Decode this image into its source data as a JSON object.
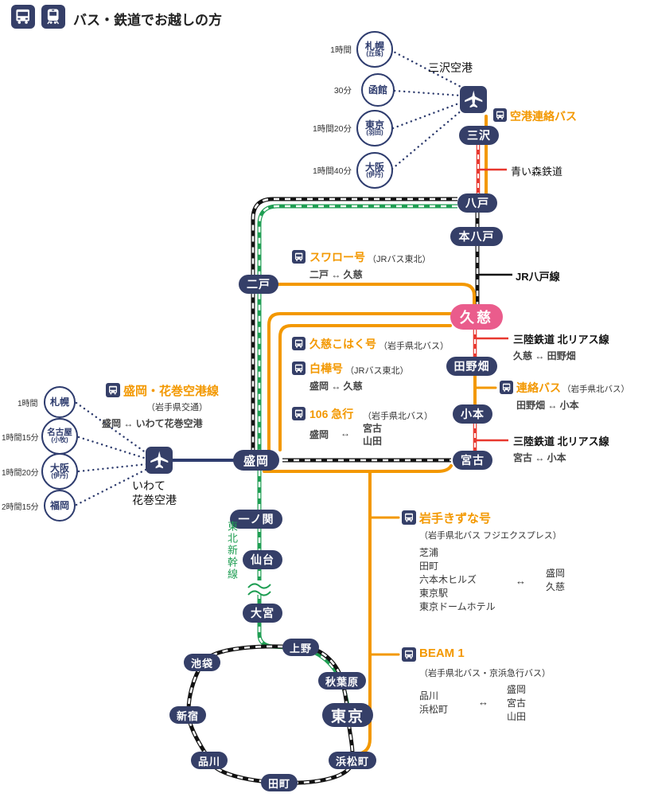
{
  "header": {
    "title": "バス・鉄道でお越しの方"
  },
  "colors": {
    "navy": "#353f68",
    "orange": "#f39800",
    "red": "#e8382f",
    "green": "#1f9e53",
    "pink": "#ea5c8c",
    "rail_black": "#111111"
  },
  "icons": {
    "bus": "bus-front-icon",
    "train": "train-front-icon",
    "plane": "airplane-icon"
  },
  "arrow": "↔",
  "airports": {
    "misawa": {
      "label": "三沢空港",
      "shuttle": "空港連絡バス",
      "flights": [
        {
          "time": "1時間",
          "city": "札幌",
          "note": "(丘珠)"
        },
        {
          "time": "30分",
          "city": "函館",
          "note": ""
        },
        {
          "time": "1時間20分",
          "city": "東京",
          "note": "(羽田)"
        },
        {
          "time": "1時間40分",
          "city": "大阪",
          "note": "(伊丹)"
        }
      ]
    },
    "hanamaki": {
      "label_line1": "いわて",
      "label_line2": "花巻空港",
      "flights": [
        {
          "time": "1時間",
          "city": "札幌",
          "note": ""
        },
        {
          "time": "1時間15分",
          "city": "名古屋",
          "note": "(小牧)"
        },
        {
          "time": "1時間20分",
          "city": "大阪",
          "note": "(伊丹)"
        },
        {
          "time": "2時間15分",
          "city": "福岡",
          "note": ""
        }
      ]
    }
  },
  "stations": {
    "misawa": "三沢",
    "hachinohe": "八戸",
    "hon_hachinohe": "本八戸",
    "ninohe": "二戸",
    "kuji": "久慈",
    "tanohata": "田野畑",
    "omoto": "小本",
    "miyako": "宮古",
    "morioka": "盛岡",
    "ichinoseki": "一ノ関",
    "sendai": "仙台",
    "omiya": "大宮",
    "ueno": "上野",
    "ikebukuro": "池袋",
    "akihabara": "秋葉原",
    "shinjuku": "新宿",
    "tokyo": "東京",
    "shinagawa": "品川",
    "hamamatsucho": "浜松町",
    "tamachi": "田町"
  },
  "rail": {
    "aoimori": "青い森鉄道",
    "jr_hachinohe": "JR八戸線",
    "sanriku_upper": {
      "name": "三陸鉄道 北リアス線",
      "route": "久慈 ↔ 田野畑"
    },
    "sanriku_lower": {
      "name": "三陸鉄道 北リアス線",
      "route": "宮古 ↔ 小本"
    },
    "shinkansen": "東北新幹線"
  },
  "bus": {
    "swallow": {
      "name": "スワロー号",
      "operator": "（JRバス東北）",
      "route": "二戸 ↔ 久慈"
    },
    "kohaku": {
      "name": "久慈こはく号",
      "operator": "（岩手県北バス）"
    },
    "shirakaba": {
      "name": "白樺号",
      "operator": "（JRバス東北）",
      "route": "盛岡 ↔ 久慈"
    },
    "renraku": {
      "name": "連絡バス",
      "operator": "（岩手県北バス）",
      "route": "田野畑 ↔ 小本"
    },
    "exp106": {
      "name": "106 急行",
      "operator": "（岩手県北バス）",
      "from": "盛岡",
      "to1": "宮古",
      "to2": "山田"
    },
    "hanamaki": {
      "name": "盛岡・花巻空港線",
      "operator": "（岩手県交通）",
      "route": "盛岡 ↔ いわて花巻空港"
    },
    "kizuna": {
      "name": "岩手きずな号",
      "operator": "（岩手県北バス フジエクスプレス）",
      "stops": [
        "芝浦",
        "田町",
        "六本木ヒルズ",
        "東京駅",
        "東京ドームホテル"
      ],
      "dest": [
        "盛岡",
        "久慈"
      ]
    },
    "beam1": {
      "name": "BEAM 1",
      "operator": "（岩手県北バス・京浜急行バス）",
      "stops": [
        "品川",
        "浜松町"
      ],
      "dest": [
        "盛岡",
        "宮古",
        "山田"
      ]
    }
  }
}
